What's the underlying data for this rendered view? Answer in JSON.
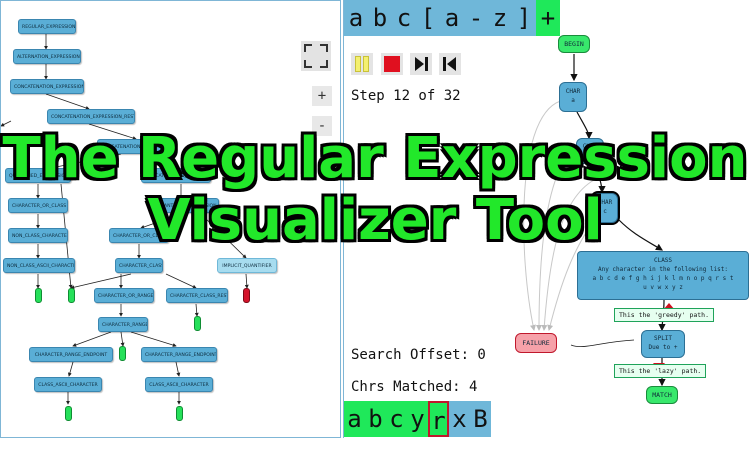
{
  "title": {
    "line1": "The Regular Expression",
    "line2": "Visualizer Tool"
  },
  "parse_tree": {
    "nodes": {
      "regular_expression": "REGULAR_EXPRESSION",
      "alternation_expression": "ALTERNATION_EXPRESSION",
      "concatenation_expression": "CONCATENATION_EXPRESSION",
      "concatenation_expression_rest": "CONCATENATION_EXPRESSION_REST",
      "concat_expression_rest_2": "CONCATENATION_EXPRESSION_REST",
      "quantified_expression": "QUANTIFIED_EXPRESSION",
      "concatenation_expression_2": "CONCATENATION_EXPRESSION",
      "character_or_class": "CHARACTER_OR_CLASS",
      "non_class_character": "NON_CLASS_CHARACTER",
      "non_class_ascii_character": "NON_CLASS_ASCII_CHARACTER",
      "quantified_expression_2": "QUANTIFIED_EXPRESSION",
      "character_or_class_2": "CHARACTER_OR_CLASS",
      "character_class": "CHARACTER_CLASS",
      "character_or_range": "CHARACTER_OR_RANGE",
      "character_class_rest": "CHARACTER_CLASS_REST",
      "character_range": "CHARACTER_RANGE",
      "character_range_endpoint_1": "CHARACTER_RANGE_ENDPOINT",
      "character_range_endpoint_2": "CHARACTER_RANGE_ENDPOINT",
      "class_ascii_character_1": "CLASS_ASCII_CHARACTER",
      "class_ascii_character_2": "CLASS_ASCII_CHARACTER",
      "implicit_quantifier": "IMPLICIT_QUANTIFIER"
    }
  },
  "zoom": {
    "in_label": "+",
    "out_label": "-"
  },
  "regex_tokens": [
    "a",
    "b",
    "c",
    "[",
    "a",
    "-",
    "z",
    "]",
    "+"
  ],
  "controls": {
    "step_text": "Step 12 of 32"
  },
  "search": {
    "offset_text": "Search Offset: 0",
    "matched_text": "Chrs Matched: 4"
  },
  "input_tokens": [
    "a",
    "b",
    "c",
    "y",
    "r",
    "x",
    "B"
  ],
  "automaton": {
    "begin": "BEGIN",
    "char_a_title": "CHAR",
    "char_a_sub": "a",
    "char_b_title": "CHAR",
    "char_c_title": "CHAR",
    "char_c_sub": "c",
    "class_title": "CLASS",
    "class_desc": "Any character in the following list:",
    "class_list_1": "a b c d e f g h i j k l m n o p q r s t",
    "class_list_2": "u v w x y z",
    "greedy_note": "This the 'greedy' path.",
    "split_title": "SPLIT",
    "split_sub": "Due to +",
    "lazy_note": "This the 'lazy' path.",
    "match": "MATCH",
    "failure": "FAILURE"
  },
  "colors": {
    "node_blue": "#5aaed6",
    "accent_green": "#1fe85a",
    "failure_pink": "#f6a1a9",
    "cursor_red": "#c0182c"
  }
}
